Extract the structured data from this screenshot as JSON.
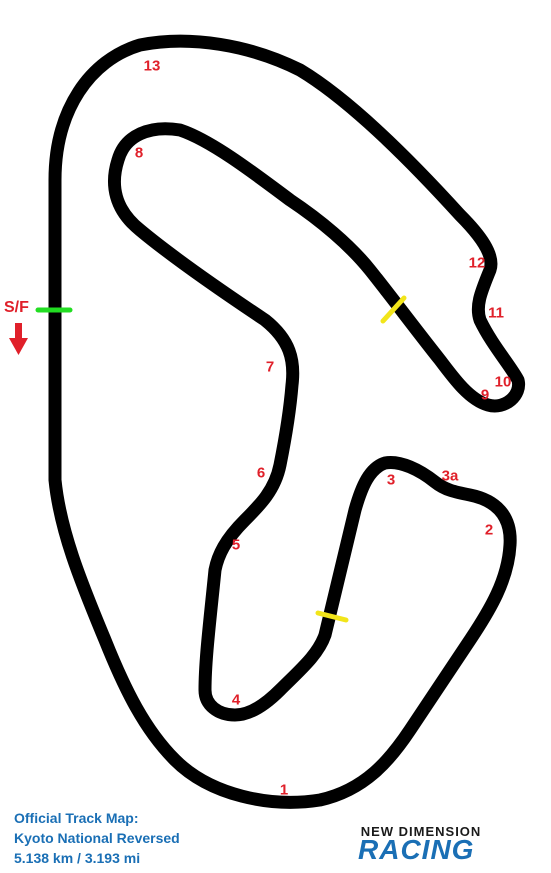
{
  "track": {
    "colors": {
      "track": "#000000",
      "start_finish": "#22dd22",
      "sector": "#f2e51a",
      "labels": "#e0202a",
      "info": "#1a6fb5"
    },
    "start_finish_label": "S/F",
    "direction_icon": "arrow-down-icon",
    "corners": [
      "1",
      "2",
      "3",
      "3a",
      "4",
      "5",
      "6",
      "7",
      "8",
      "9",
      "10",
      "11",
      "12",
      "13"
    ]
  },
  "info": {
    "title": "Official Track Map:",
    "name": "Kyoto National Reversed",
    "length": "5.138 km / 3.193 mi"
  },
  "logo": {
    "top": "NEW DIMENSION",
    "bottom": "RACING"
  }
}
